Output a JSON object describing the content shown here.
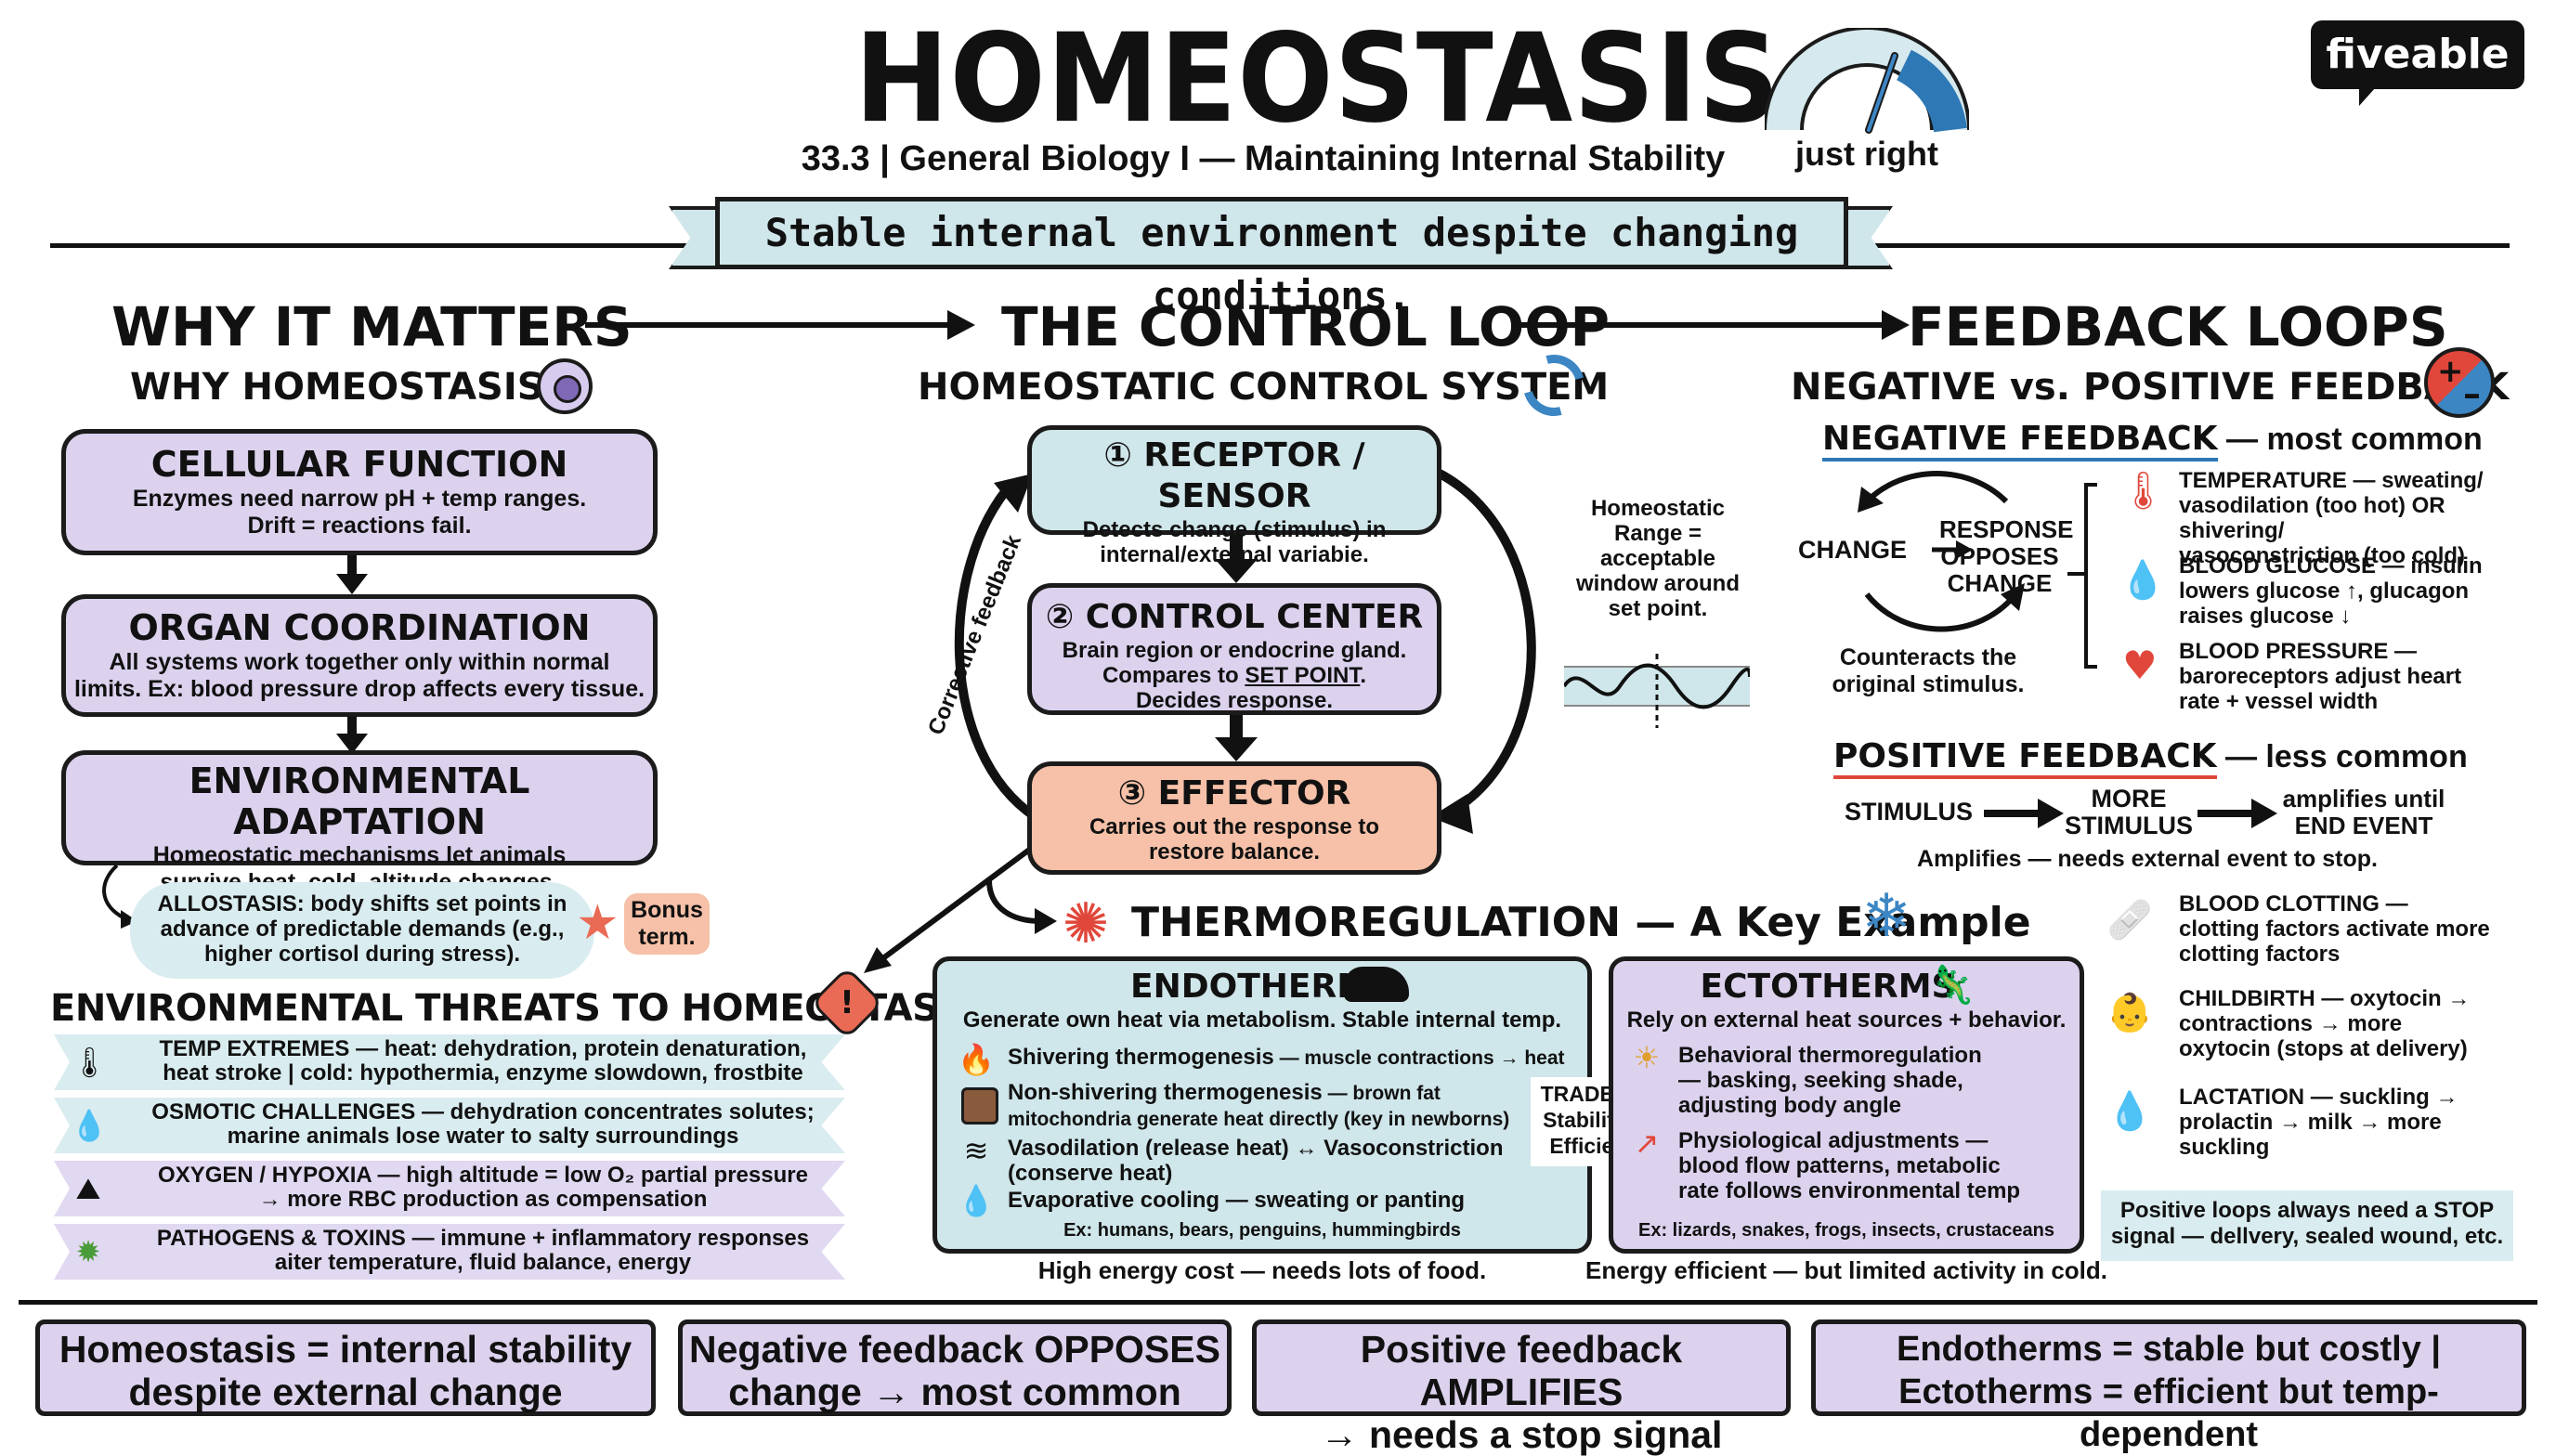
{
  "header": {
    "title": "HOMEOSTASIS",
    "subtitle": "33.3 | General Biology I — Maintaining Internal Stability",
    "gauge_label": "just right",
    "brand": "fiveable",
    "banner": "Stable internal environment despite changing conditions."
  },
  "why": {
    "heading": "WHY IT MATTERS",
    "subheading": "WHY HOMEOSTASIS?",
    "cards": [
      {
        "title": "CELLULAR FUNCTION",
        "body": "Enzymes need narrow pH + temp ranges.\nDrift = reactions fail."
      },
      {
        "title": "ORGAN COORDINATION",
        "body": "All systems work together only within normal\nlimits. Ex: blood pressure drop affects every tissue."
      },
      {
        "title": "ENVIRONMENTAL ADAPTATION",
        "body": "Homeostatic mechanisms let animals\nsurvive heat, cold, altitude changes."
      }
    ],
    "allostasis": "ALLOSTASIS: body shifts set points in\nadvance of predictable demands (e.g.,\nhigher cortisol during stress).",
    "bonus": "Bonus\nterm."
  },
  "threats": {
    "heading": "ENVIRONMENTAL THREATS TO HOMEOSTASIS",
    "items": [
      {
        "icon": "thermometer-icon",
        "text": "TEMP EXTREMES — heat: dehydration, protein denaturation,\nheat stroke | cold: hypothermia, enzyme slowdown, frostbite"
      },
      {
        "icon": "water-drop-icon",
        "text": "OSMOTIC CHALLENGES — dehydration concentrates solutes;\nmarine animals lose water to salty surroundings"
      },
      {
        "icon": "mountain-icon",
        "text": "OXYGEN / HYPOXIA — high altitude = low O₂ partial pressure\n→ more RBC production as compensation"
      },
      {
        "icon": "virus-icon",
        "text": "PATHOGENS & TOXINS — immune + inflammatory responses\naiter temperature, fluid balance, energy"
      }
    ]
  },
  "control": {
    "heading": "THE CONTROL LOOP",
    "subheading": "HOMEOSTATIC CONTROL SYSTEM",
    "corrective": "Corrective feedback",
    "steps": [
      {
        "title": "① RECEPTOR / SENSOR",
        "body": "Detects change (stimulus) in\ninternal/external variabie."
      },
      {
        "title": "② CONTROL CENTER",
        "body_a": "Brain region or endocrine gland.\nCompares to ",
        "body_setpoint": "SET POINT",
        "body_b": ".\nDecides response."
      },
      {
        "title": "③ EFFECTOR",
        "body": "Carries out the response to\nrestore balance."
      }
    ],
    "range_note": "Homeostatic\nRange =\nacceptable\nwindow around\nset point."
  },
  "thermo": {
    "heading": "THERMOREGULATION — A Key Example",
    "endo": {
      "title": "ENDOTHERMS",
      "intro": "Generate own heat via metabolism. Stable internal temp.",
      "items": [
        {
          "icon": "flame-icon",
          "bold": "Shivering thermogenesis",
          "rest": " — muscle contractions → heat"
        },
        {
          "icon": "brown-fat-icon",
          "bold": "Non-shivering thermogenesis",
          "rest": " — brown fat\nmitochondria generate heat directly (key in newborns)"
        },
        {
          "icon": "airflow-icon",
          "bold": "Vasodilation (release heat) ↔ Vasoconstriction",
          "rest": "\n(conserve heat)"
        },
        {
          "icon": "sweat-drop-icon",
          "bold": "Evaporative cooling",
          "rest": " — sweating or panting"
        }
      ],
      "examples": "Ex: humans, bears, penguins, hummingbirds",
      "footer": "High energy cost — needs lots of food."
    },
    "tradeoff": "TRADEOFF:\nStability vs.\nEfficiency.",
    "ecto": {
      "title": "ECTOTHERMS",
      "intro": "Rely on external heat sources + behavior.",
      "items": [
        {
          "icon": "sun-icon",
          "text": "Behavioral thermoregulation\n— basking, seeking shade,\nadjusting body angle"
        },
        {
          "icon": "flow-arrow-icon",
          "text": "Physiological adjustments —\nblood flow patterns, metabolic\nrate follows environmental temp"
        }
      ],
      "examples": "Ex: lizards, snakes, frogs, insects, crustaceans",
      "footer": "Energy efficient — but limited activity in cold."
    }
  },
  "feedback": {
    "heading": "FEEDBACK LOOPS",
    "subheading": "NEGATIVE vs. POSITIVE FEEDBACK",
    "negative": {
      "title": "NEGATIVE FEEDBACK",
      "qualifier": " — most common",
      "change": "CHANGE",
      "response": "RESPONSE\nOPPOSES\nCHANGE",
      "note": "Counteracts the\noriginal stimulus.",
      "items": [
        {
          "icon": "thermometer-icon",
          "text": "TEMPERATURE — sweating/\nvasodilation (too hot) OR shivering/\nvasoconstriction (too cold)"
        },
        {
          "icon": "blood-drop-icon",
          "text": "BLOOD GLUCOSE — insulin\nlowers glucose ↑, glucagon\nraises glucose ↓"
        },
        {
          "icon": "heart-pulse-icon",
          "text": "BLOOD PRESSURE —\nbaroreceptors adjust heart\nrate + vessel width"
        }
      ]
    },
    "positive": {
      "title": "POSITIVE FEEDBACK",
      "qualifier": " — less common",
      "stimulus": "STIMULUS",
      "more": "MORE\nSTIMULUS",
      "end": "amplifies until\nEND EVENT",
      "note": "Amplifies — needs external event to stop.",
      "items": [
        {
          "icon": "bandage-icon",
          "text": "BLOOD CLOTTING —\nclotting factors activate more\nclotting factors"
        },
        {
          "icon": "baby-icon",
          "text": "CHILDBIRTH — oxytocin →\ncontractions → more\noxytocin (stops at delivery)"
        },
        {
          "icon": "milk-drop-icon",
          "text": "LACTATION — suckling →\nprolactin → milk → more\nsuckling"
        }
      ],
      "stop_note": "Positive loops always need a STOP\nsignal — dellvery, sealed wound, etc."
    }
  },
  "summary": [
    "Homeostasis = internal stability\ndespite external change",
    "Negative feedback OPPOSES\nchange → most common",
    "Positive feedback AMPLIFIES\n→ needs a stop signal",
    "Endotherms = stable but costly |\nEctotherms = efficient but temp-dependent"
  ],
  "colors": {
    "purple": "#dcd2ee",
    "blue": "#cfe6ea",
    "peach": "#f6c1a8",
    "red": "#e0473a",
    "navy": "#1f4e6e"
  }
}
